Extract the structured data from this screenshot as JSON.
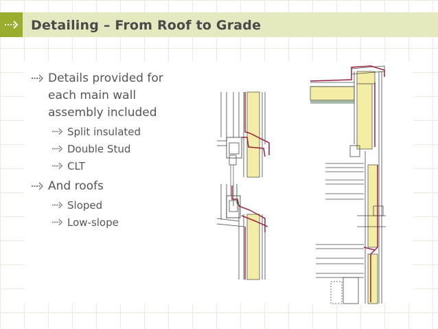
{
  "header": {
    "title": "Detailing – From Roof to Grade",
    "icon": "dotted-arrow-icon",
    "accent_color": "#9bad2d",
    "bar_color": "#e5e9c0"
  },
  "bullets": [
    {
      "text": "Details provided for each main wall assembly included",
      "children": [
        "Split insulated",
        "Double Stud",
        "CLT"
      ]
    },
    {
      "text": "And roofs",
      "children": [
        "Sloped",
        "Low-slope"
      ]
    }
  ],
  "colors": {
    "insulation": "#f3eda5",
    "membrane": "#9c1f3c",
    "line": "#444444"
  }
}
